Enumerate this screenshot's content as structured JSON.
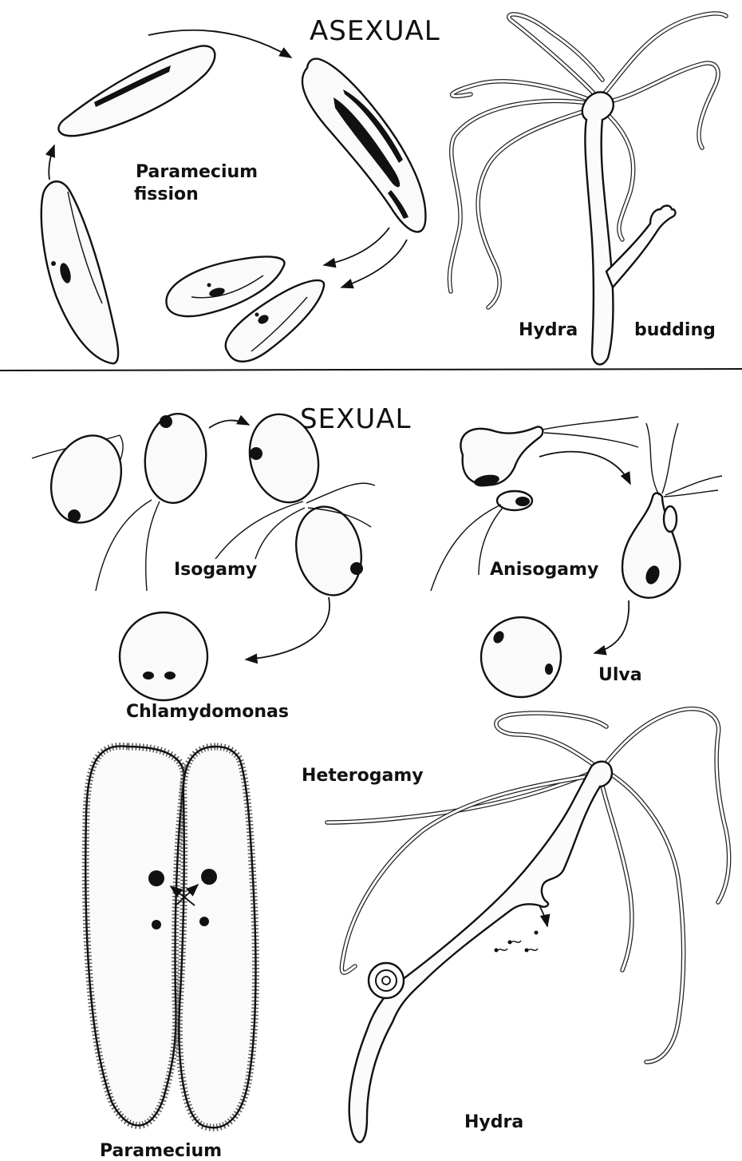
{
  "headings": {
    "asexual": "ASEXUAL",
    "sexual": "SEXUAL"
  },
  "labels": {
    "paramecium_fission_1": "Paramecium",
    "paramecium_fission_2": "fission",
    "hydra_1": "Hydra",
    "budding": "budding",
    "isogamy": "Isogamy",
    "anisogamy": "Anisogamy",
    "chlamydomonas": "Chlamydomonas",
    "ulva": "Ulva",
    "heterogamy": "Heterogamy",
    "paramecium": "Paramecium",
    "hydra_2": "Hydra"
  },
  "colors": {
    "ink": "#111111",
    "paper": "#ffffff"
  }
}
